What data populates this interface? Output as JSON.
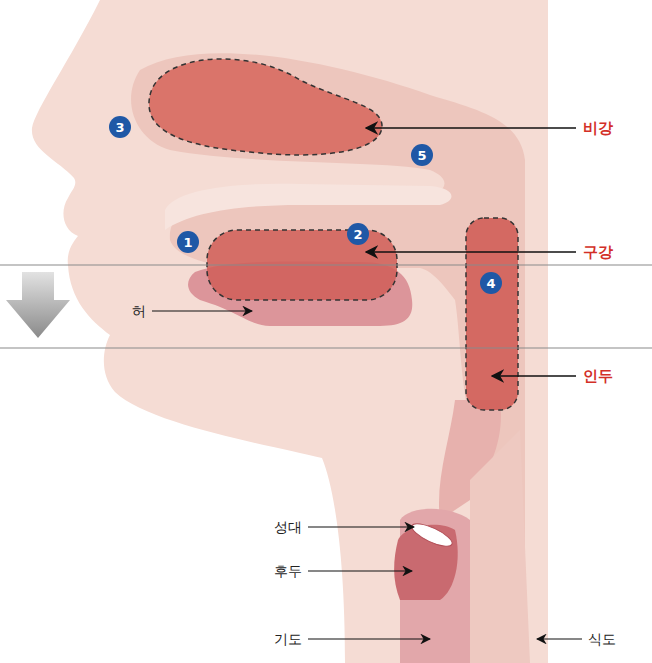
{
  "diagram": {
    "labels": [
      "비강",
      "구강",
      "인두",
      "허",
      "성대",
      "후두",
      "기도",
      "식도",
      "1",
      "2",
      "3",
      "4",
      "5"
    ]
  }
}
